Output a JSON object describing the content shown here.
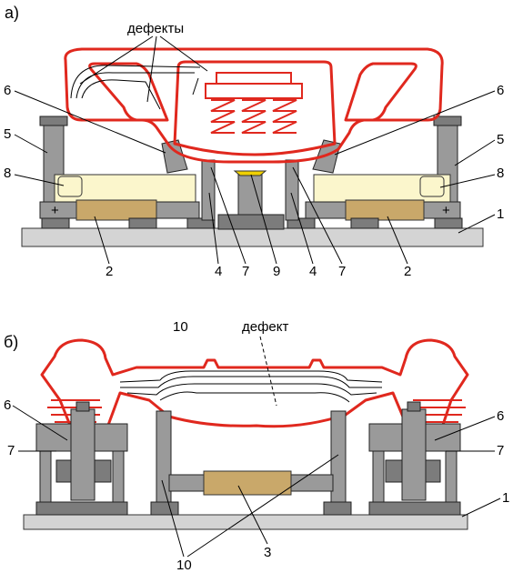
{
  "panel_a": {
    "label": "а)",
    "defects_label": "дефекты",
    "callouts": [
      "1",
      "2",
      "2",
      "4",
      "4",
      "5",
      "5",
      "6",
      "6",
      "7",
      "7",
      "8",
      "8",
      "9"
    ]
  },
  "panel_b": {
    "label": "б)",
    "defect_label": "дефект",
    "callouts": [
      "1",
      "3",
      "6",
      "6",
      "7",
      "7",
      "10",
      "10"
    ]
  },
  "colors": {
    "part_outline": "#e0281e",
    "steel": "#9a9a9a",
    "base": "#d4d4d4",
    "coil": "#c9a86a",
    "magnet": "#fbf6cc"
  }
}
